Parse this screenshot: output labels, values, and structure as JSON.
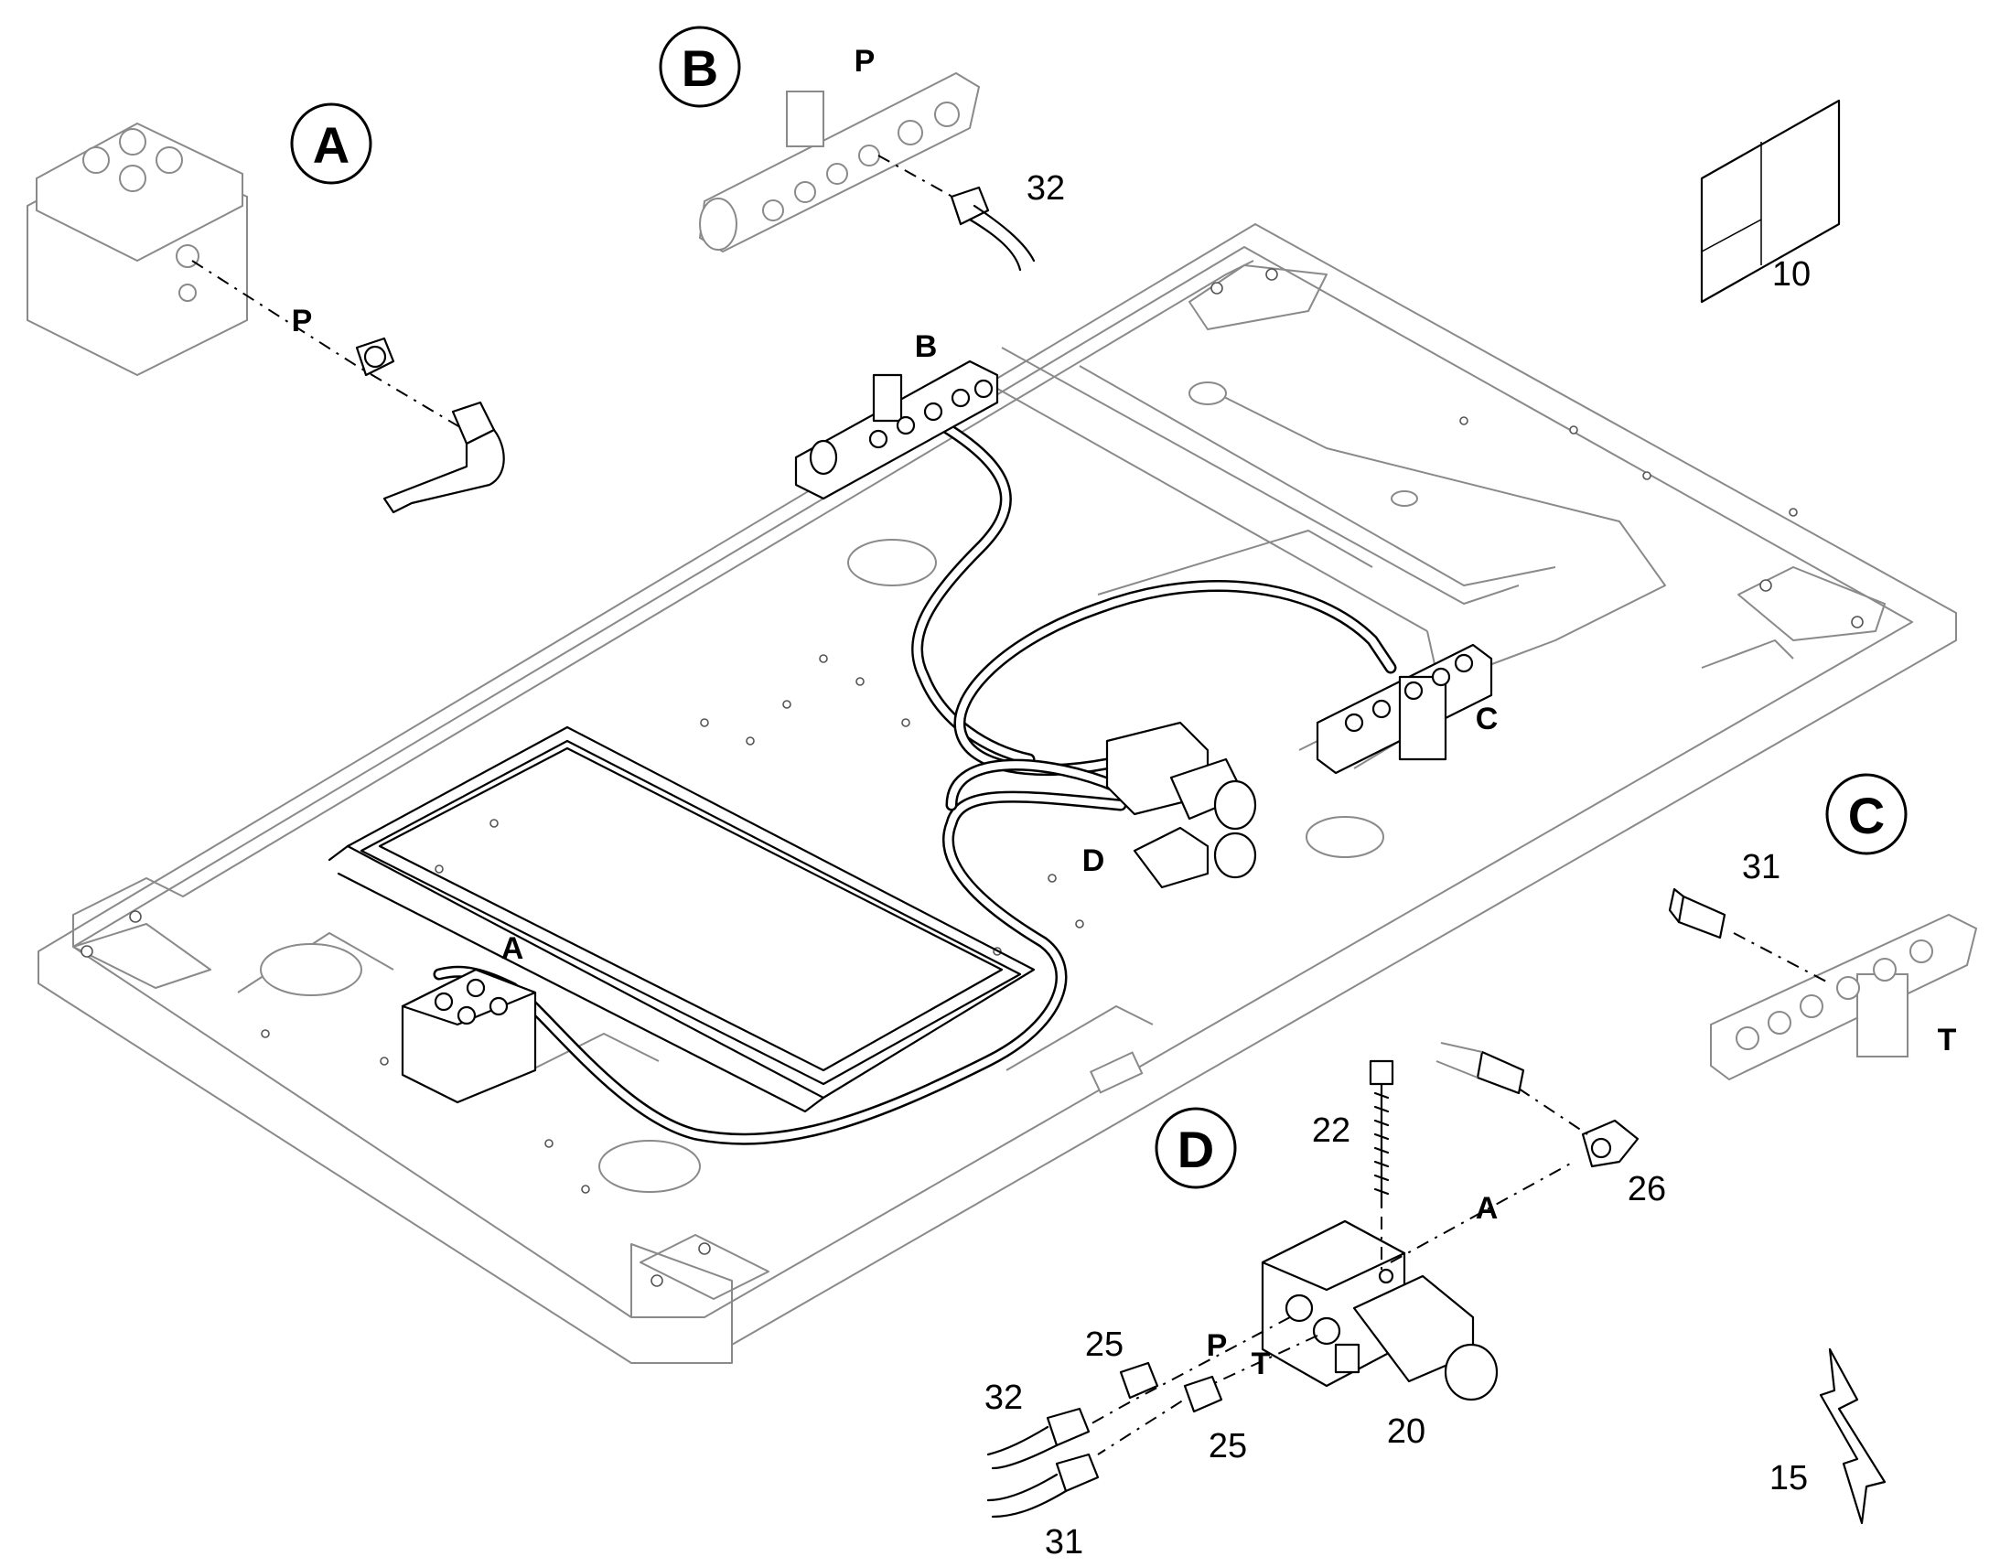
{
  "callouts": {
    "A": "A",
    "B": "B",
    "C": "C",
    "D": "D"
  },
  "port_labels": {
    "A_p": "P",
    "B_p": "P",
    "C_t": "T",
    "D_a": "A",
    "D_p": "P",
    "D_t": "T",
    "frame_b": "B",
    "frame_c": "C",
    "frame_d": "D",
    "frame_a": "A"
  },
  "part_numbers": {
    "n32_top": "32",
    "n10": "10",
    "n31_right": "31",
    "n22": "22",
    "n26": "26",
    "n25_top": "25",
    "n25_bottom": "25",
    "n32_bottom": "32",
    "n31_bottom": "31",
    "n20": "20",
    "n15": "15"
  }
}
